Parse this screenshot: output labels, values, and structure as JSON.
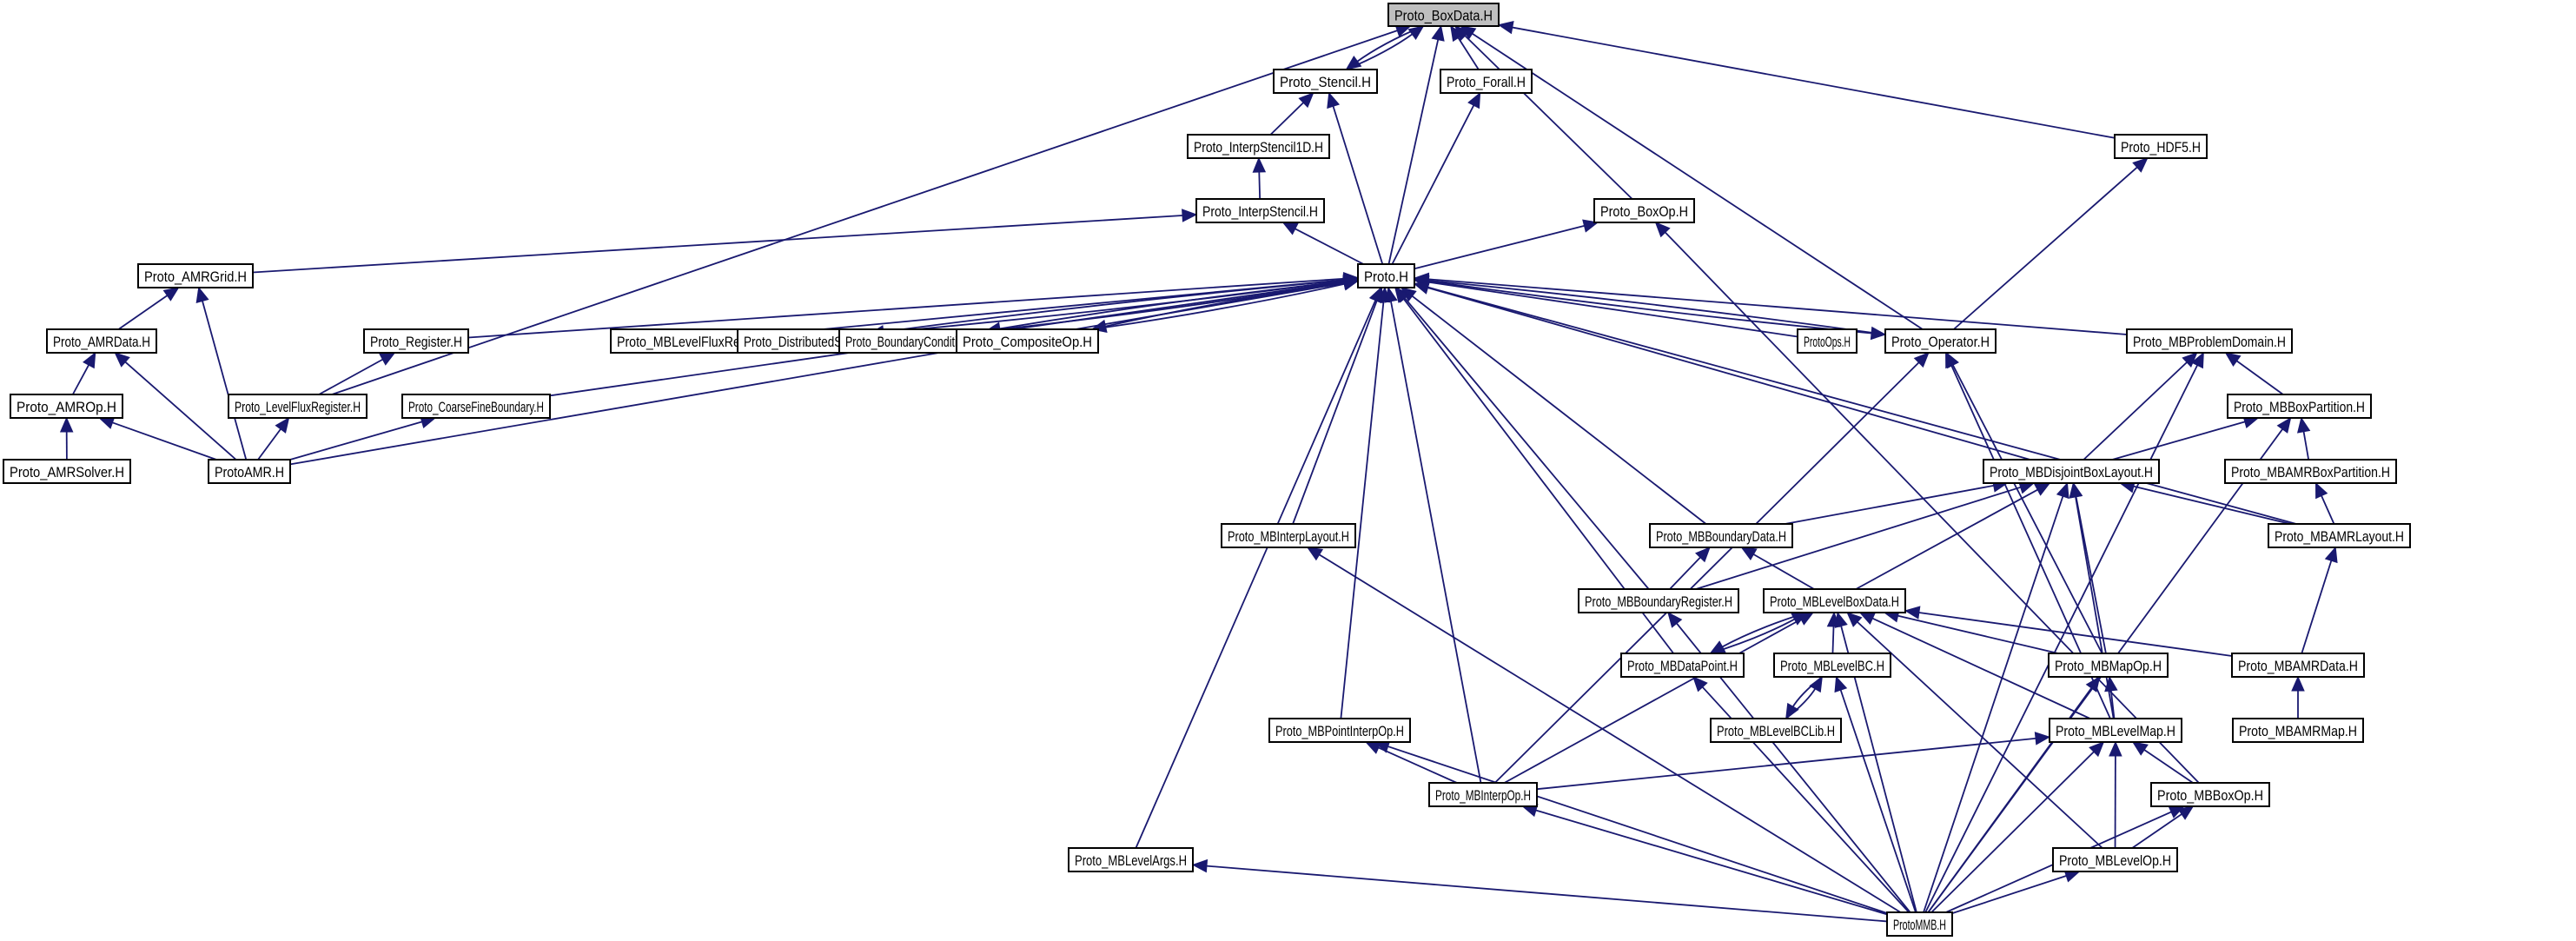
{
  "graph": {
    "title": "Proto_BoxData.H include dependency graph",
    "root": "boxdata",
    "colors": {
      "edge": "#191970",
      "root_fill": "#bfbfbf",
      "node_fill": "#ffffff",
      "node_border": "#000000"
    },
    "nodes": [
      {
        "id": "boxdata",
        "label": "Proto_BoxData.H"
      },
      {
        "id": "stencil",
        "label": "Proto_Stencil.H"
      },
      {
        "id": "forall",
        "label": "Proto_Forall.H"
      },
      {
        "id": "hdf5",
        "label": "Proto_HDF5.H"
      },
      {
        "id": "interp1d",
        "label": "Proto_InterpStencil1D.H"
      },
      {
        "id": "interp",
        "label": "Proto_InterpStencil.H"
      },
      {
        "id": "boxop",
        "label": "Proto_BoxOp.H"
      },
      {
        "id": "amrgrid",
        "label": "Proto_AMRGrid.H"
      },
      {
        "id": "proto",
        "label": "Proto.H"
      },
      {
        "id": "amrdata",
        "label": "Proto_AMRData.H"
      },
      {
        "id": "register",
        "label": "Proto_Register.H"
      },
      {
        "id": "mblevelflux",
        "label": "Proto_MBLevelFluxRegister.H"
      },
      {
        "id": "distset",
        "label": "Proto_DistributedSet.H"
      },
      {
        "id": "bc",
        "label": "Proto_BoundaryCondition.H"
      },
      {
        "id": "compositeop",
        "label": "Proto_CompositeOp.H"
      },
      {
        "id": "protoops",
        "label": "ProtoOps.H"
      },
      {
        "id": "operator",
        "label": "Proto_Operator.H"
      },
      {
        "id": "mbproblem",
        "label": "Proto_MBProblemDomain.H"
      },
      {
        "id": "amrop",
        "label": "Proto_AMROp.H"
      },
      {
        "id": "levelflux",
        "label": "Proto_LevelFluxRegister.H"
      },
      {
        "id": "cfb",
        "label": "Proto_CoarseFineBoundary.H"
      },
      {
        "id": "mbboxpart",
        "label": "Proto_MBBoxPartition.H"
      },
      {
        "id": "amrsolver",
        "label": "Proto_AMRSolver.H"
      },
      {
        "id": "protoamr",
        "label": "ProtoAMR.H"
      },
      {
        "id": "mbdisjoint",
        "label": "Proto_MBDisjointBoxLayout.H"
      },
      {
        "id": "mbamrboxpart",
        "label": "Proto_MBAMRBoxPartition.H"
      },
      {
        "id": "mbinterplayout",
        "label": "Proto_MBInterpLayout.H"
      },
      {
        "id": "mbbdata",
        "label": "Proto_MBBoundaryData.H"
      },
      {
        "id": "mbamrlayout",
        "label": "Proto_MBAMRLayout.H"
      },
      {
        "id": "mbbreg",
        "label": "Proto_MBBoundaryRegister.H"
      },
      {
        "id": "mblbd",
        "label": "Proto_MBLevelBoxData.H"
      },
      {
        "id": "mbdatapoint",
        "label": "Proto_MBDataPoint.H"
      },
      {
        "id": "mblevelbc",
        "label": "Proto_MBLevelBC.H"
      },
      {
        "id": "mbmapop",
        "label": "Proto_MBMapOp.H"
      },
      {
        "id": "mbamrdata",
        "label": "Proto_MBAMRData.H"
      },
      {
        "id": "mbpointinterp",
        "label": "Proto_MBPointInterpOp.H"
      },
      {
        "id": "mblevelbclib",
        "label": "Proto_MBLevelBCLib.H"
      },
      {
        "id": "mblevelmap",
        "label": "Proto_MBLevelMap.H"
      },
      {
        "id": "mbamrmap",
        "label": "Proto_MBAMRMap.H"
      },
      {
        "id": "mbinterpop",
        "label": "Proto_MBInterpOp.H"
      },
      {
        "id": "mbboxop",
        "label": "Proto_MBBoxOp.H"
      },
      {
        "id": "mblevelargs",
        "label": "Proto_MBLevelArgs.H"
      },
      {
        "id": "mblevelop",
        "label": "Proto_MBLevelOp.H"
      },
      {
        "id": "protommb",
        "label": "ProtoMMB.H"
      }
    ],
    "edges": [
      [
        "stencil",
        "boxdata"
      ],
      [
        "interp1d",
        "stencil"
      ],
      [
        "interp",
        "interp1d"
      ],
      [
        "proto",
        "stencil"
      ],
      [
        "proto",
        "boxdata"
      ],
      [
        "forall",
        "boxdata"
      ],
      [
        "proto",
        "forall"
      ],
      [
        "hdf5",
        "boxdata"
      ],
      [
        "boxop",
        "boxdata"
      ],
      [
        "operator",
        "boxdata"
      ],
      [
        "levelflux",
        "boxdata"
      ],
      [
        "boxdata",
        "stencil"
      ],
      [
        "operator",
        "hdf5"
      ],
      [
        "proto",
        "boxop"
      ],
      [
        "mbboxop",
        "boxop"
      ],
      [
        "proto",
        "interp"
      ],
      [
        "amrgrid",
        "interp"
      ],
      [
        "amrdata",
        "amrgrid"
      ],
      [
        "protoamr",
        "amrgrid"
      ],
      [
        "amrop",
        "amrdata"
      ],
      [
        "protoamr",
        "amrdata"
      ],
      [
        "amrsolver",
        "amrop"
      ],
      [
        "protoamr",
        "amrop"
      ],
      [
        "protoamr",
        "levelflux"
      ],
      [
        "levelflux",
        "register"
      ],
      [
        "protoamr",
        "cfb"
      ],
      [
        "register",
        "proto"
      ],
      [
        "cfb",
        "proto"
      ],
      [
        "protoamr",
        "proto"
      ],
      [
        "mblevelflux",
        "proto"
      ],
      [
        "distset",
        "proto"
      ],
      [
        "proto",
        "distset"
      ],
      [
        "bc",
        "proto"
      ],
      [
        "proto",
        "bc"
      ],
      [
        "compositeop",
        "proto"
      ],
      [
        "proto",
        "compositeop"
      ],
      [
        "protoops",
        "proto"
      ],
      [
        "operator",
        "proto"
      ],
      [
        "proto",
        "operator"
      ],
      [
        "mbproblem",
        "proto"
      ],
      [
        "mbdisjoint",
        "proto"
      ],
      [
        "mbamrlayout",
        "proto"
      ],
      [
        "mbinterplayout",
        "proto"
      ],
      [
        "mbbdata",
        "proto"
      ],
      [
        "mbbreg",
        "proto"
      ],
      [
        "mbdatapoint",
        "proto"
      ],
      [
        "mbpointinterp",
        "proto"
      ],
      [
        "mbinterpop",
        "proto"
      ],
      [
        "mblevelargs",
        "proto"
      ],
      [
        "mbinterpop",
        "operator"
      ],
      [
        "mbmapop",
        "operator"
      ],
      [
        "mblevelmap",
        "operator"
      ],
      [
        "mbboxpart",
        "mbproblem"
      ],
      [
        "mbdisjoint",
        "mbproblem"
      ],
      [
        "protommb",
        "mbproblem"
      ],
      [
        "mbdisjoint",
        "mbboxpart"
      ],
      [
        "mbamrboxpart",
        "mbboxpart"
      ],
      [
        "protommb",
        "mbboxpart"
      ],
      [
        "mbamrlayout",
        "mbamrboxpart"
      ],
      [
        "mbamrlayout",
        "mbdisjoint"
      ],
      [
        "mbbdata",
        "mbdisjoint"
      ],
      [
        "mbbreg",
        "mbdisjoint"
      ],
      [
        "mblbd",
        "mbdisjoint"
      ],
      [
        "mbmapop",
        "mbdisjoint"
      ],
      [
        "mblevelmap",
        "mbdisjoint"
      ],
      [
        "protommb",
        "mbdisjoint"
      ],
      [
        "mbamrdata",
        "mbamrlayout"
      ],
      [
        "mbbreg",
        "mbbdata"
      ],
      [
        "mblbd",
        "mbbdata"
      ],
      [
        "protommb",
        "mbbreg"
      ],
      [
        "mbdatapoint",
        "mblbd"
      ],
      [
        "mblbd",
        "mbdatapoint"
      ],
      [
        "mblevelbc",
        "mblbd"
      ],
      [
        "mbmapop",
        "mblbd"
      ],
      [
        "mblevelmap",
        "mblbd"
      ],
      [
        "mbamrdata",
        "mblbd"
      ],
      [
        "mblevelop",
        "mblbd"
      ],
      [
        "protommb",
        "mblbd"
      ],
      [
        "mbinterpop",
        "mblbd"
      ],
      [
        "mblevelbclib",
        "mblevelbc"
      ],
      [
        "mblevelbc",
        "mblevelbclib"
      ],
      [
        "protommb",
        "mblevelbc"
      ],
      [
        "protommb",
        "mbdatapoint"
      ],
      [
        "mblevelmap",
        "mbmapop"
      ],
      [
        "protommb",
        "mbmapop"
      ],
      [
        "mbamrmap",
        "mbamrdata"
      ],
      [
        "mbinterpop",
        "mbpointinterp"
      ],
      [
        "protommb",
        "mbpointinterp"
      ],
      [
        "protommb",
        "mbinterplayout"
      ],
      [
        "mbinterpop",
        "mblevelmap"
      ],
      [
        "mbboxop",
        "mblevelmap"
      ],
      [
        "mblevelop",
        "mblevelmap"
      ],
      [
        "protommb",
        "mblevelmap"
      ],
      [
        "protommb",
        "mbinterpop"
      ],
      [
        "mblevelop",
        "mbboxop"
      ],
      [
        "protommb",
        "mbboxop"
      ],
      [
        "protommb",
        "mblevelop"
      ],
      [
        "protommb",
        "mblevelargs"
      ]
    ]
  }
}
